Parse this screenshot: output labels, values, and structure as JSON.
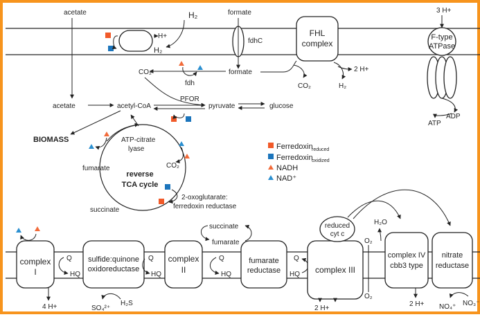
{
  "colors": {
    "frame": "#f7941d",
    "ferredoxin_reduced": "#f15a29",
    "ferredoxin_oxidized": "#1c75bc",
    "nadh": "#f26b3a",
    "nad_plus": "#2b8fd0"
  },
  "top": {
    "acetate_in": "acetate",
    "h2_in": "H₂",
    "hydrogenase_hplus": "H+",
    "hydrogenase_h2": "H₂",
    "formate_in": "formate",
    "fdhC": "fdhC",
    "fhl_line1": "FHL",
    "fhl_line2": "complex",
    "fhl_co2": "CO₂",
    "fhl_2hplus": "2 H+",
    "fhl_h2": "H₂",
    "atpase_3hplus": "3 H+",
    "atpase_line1": "F-type",
    "atpase_line2": "ATPase",
    "atp": "ATP",
    "adp": "ADP"
  },
  "metabolism": {
    "co2": "CO₂",
    "fdh": "fdh",
    "formate": "formate",
    "acetate": "acetate",
    "acetyl_coa": "acetyl-CoA",
    "pfor": "PFOR",
    "pyruvate": "pyruvate",
    "glucose": "glucose",
    "biomass": "BIOMASS",
    "atp_citrate_lyase_1": "ATP-citrate",
    "atp_citrate_lyase_2": "lyase",
    "co2_tca": "CO₂",
    "fumarate": "fumarate",
    "reverse_tca_1": "reverse",
    "reverse_tca_2": "TCA cycle",
    "succinate": "succinate",
    "ogor_1": "2-oxoglutarate:",
    "ogor_2": "ferredoxin reductase"
  },
  "legend": {
    "fd_reduced": "Ferredoxin",
    "fd_reduced_sub": "reduced",
    "fd_oxidized": "Ferredoxin",
    "fd_oxidized_sub": "oxidized",
    "nadh": "NADH",
    "nad_plus": "NAD⁺"
  },
  "bottom": {
    "complex1_line1": "complex",
    "complex1_line2": "I",
    "c1_4hplus": "4 H+",
    "sqr_line1": "sulfide:quinone",
    "sqr_line2": "oxidoreductase",
    "sqr_so4": "SO₄²⁺",
    "sqr_h2s": "H₂S",
    "complex2_line1": "complex",
    "complex2_line2": "II",
    "succinate": "succinate",
    "fumarate": "fumarate",
    "frd_line1": "fumarate",
    "frd_line2": "reductase",
    "complex3": "complex III",
    "cytc_line1": "reduced",
    "cytc_line2": "cyt c",
    "c3_2hplus": "2 H+",
    "o2_top": "O₂",
    "o2_bottom": "O₂",
    "h2o": "H₂O",
    "complex4_line1": "complex IV",
    "complex4_line2": "cbb3 type",
    "c4_2hplus": "2 H+",
    "nar_line1": "nitrate",
    "nar_line2": "reductase",
    "no4": "NO₄⁺",
    "no3": "NO₃⁻",
    "q": "Q",
    "hq": "HQ"
  }
}
